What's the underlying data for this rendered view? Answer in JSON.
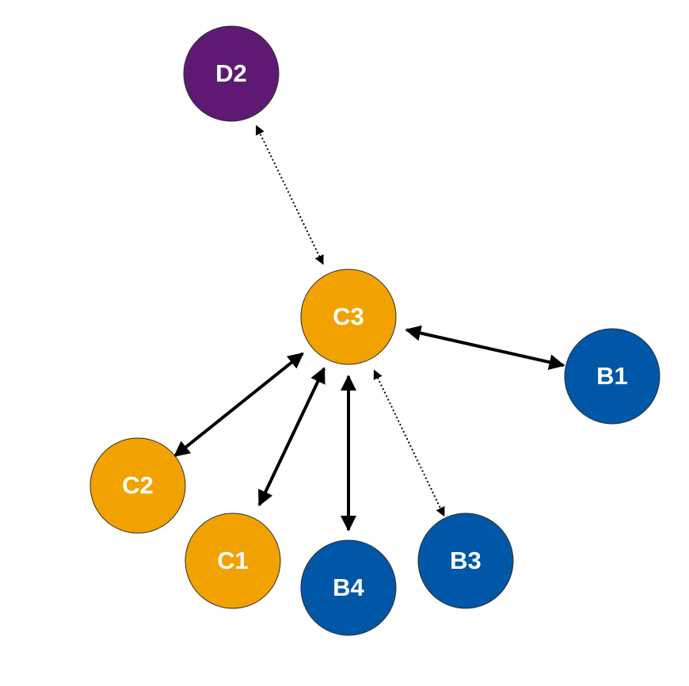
{
  "colors": {
    "orange": "#F2A200",
    "blue": "#0057A8",
    "purple": "#5E1A73",
    "arrow": "#000000"
  },
  "nodes": [
    {
      "id": "D2",
      "label": "D2",
      "color": "purple"
    },
    {
      "id": "C3",
      "label": "C3",
      "color": "orange"
    },
    {
      "id": "B1",
      "label": "B1",
      "color": "blue"
    },
    {
      "id": "C2",
      "label": "C2",
      "color": "orange"
    },
    {
      "id": "C1",
      "label": "C1",
      "color": "orange"
    },
    {
      "id": "B4",
      "label": "B4",
      "color": "blue"
    },
    {
      "id": "B3",
      "label": "B3",
      "color": "blue"
    }
  ],
  "edges": [
    {
      "from": "C3",
      "to": "D2",
      "style": "dotted",
      "direction": "both"
    },
    {
      "from": "C3",
      "to": "B1",
      "style": "solid",
      "direction": "both"
    },
    {
      "from": "C3",
      "to": "C2",
      "style": "solid",
      "direction": "both"
    },
    {
      "from": "C3",
      "to": "C1",
      "style": "solid",
      "direction": "both"
    },
    {
      "from": "C3",
      "to": "B4",
      "style": "solid",
      "direction": "both"
    },
    {
      "from": "C3",
      "to": "B3",
      "style": "dotted",
      "direction": "both"
    }
  ]
}
